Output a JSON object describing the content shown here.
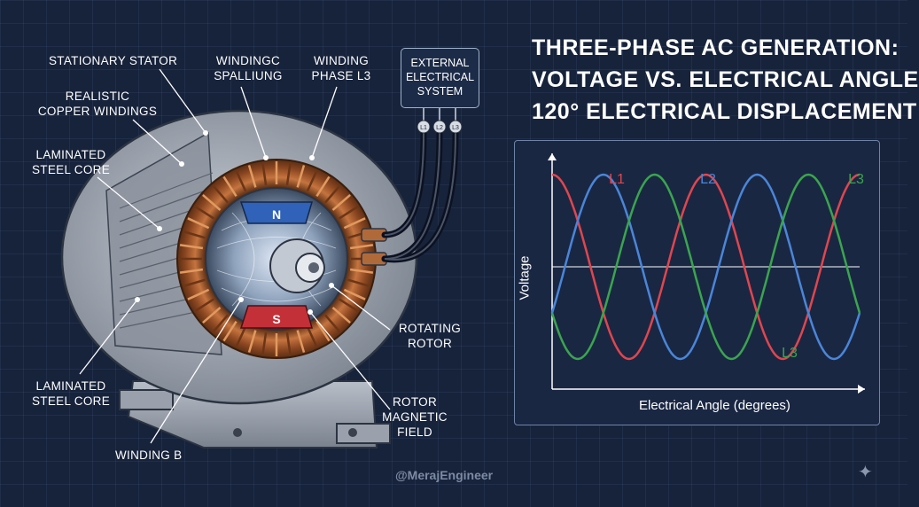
{
  "title": {
    "line1": "THREE-PHASE AC GENERATION:",
    "line2": "VOLTAGE VS. ELECTRICAL ANGLE",
    "line3": "120° ELECTRICAL DISPLACEMENT"
  },
  "labels": {
    "stationary_stator": "STATIONARY STATOR",
    "copper_windings": "REALISTIC\nCOPPER WINDINGS",
    "laminated_core_top": "LAMINATED\nSTEEL CORE",
    "laminated_core_bottom": "LAMINATED\nSTEEL CORE",
    "winding_spalliung": "WINDINGC\nSPALLIUNG",
    "winding_phase_l3": "WINDING\nPHASE L3",
    "rotating_rotor": "ROTATING\nROTOR",
    "rotor_magnetic_field": "ROTOR\nMAGNETIC\nFIELD",
    "winding_b": "WINDING B"
  },
  "external_system": {
    "label": "EXTERNAL\nELECTRICAL\nSYSTEM",
    "terminals": [
      "L1",
      "L2",
      "L3"
    ]
  },
  "rotor_poles": {
    "north": "N",
    "south": "S"
  },
  "chart_data": {
    "type": "line",
    "xlabel": "Electrical Angle (degrees)",
    "ylabel": "Voltage",
    "x_range": [
      0,
      720
    ],
    "ylim": [
      -1,
      1
    ],
    "series": [
      {
        "name": "L1",
        "phase_deg": 90,
        "color": "#e0464e",
        "label_pos": "top"
      },
      {
        "name": "L2",
        "phase_deg": -30,
        "color": "#4a86d8",
        "label_pos": "top"
      },
      {
        "name": "L3",
        "phase_deg": 210,
        "color": "#3aa54e",
        "label_pos": "top-right"
      }
    ],
    "extra_label": {
      "text": "L3",
      "color": "#3aa54e"
    },
    "grid": false,
    "legend": "none"
  },
  "watermark": "@MerajEngineer"
}
